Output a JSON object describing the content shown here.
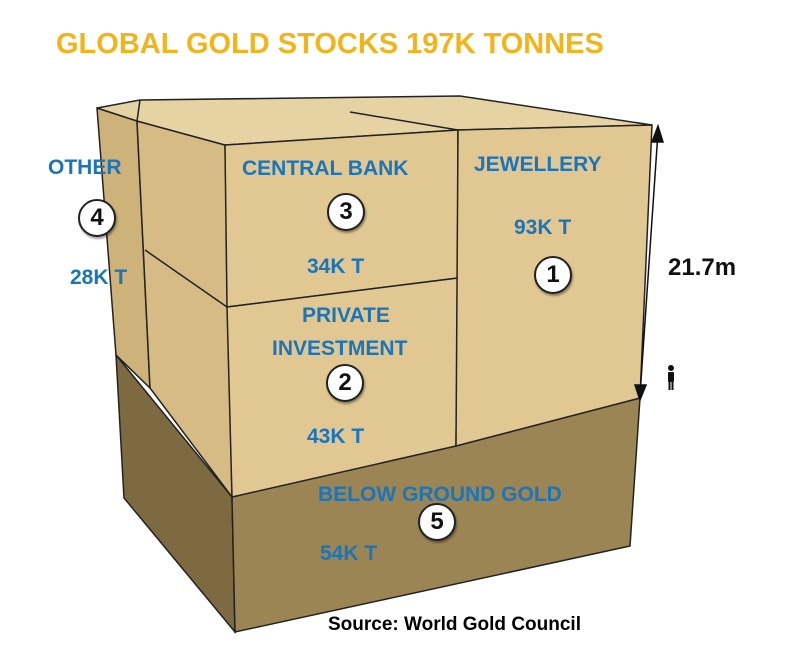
{
  "title": "GLOBAL GOLD STOCKS 197K TONNES",
  "segments": [
    {
      "number": "1",
      "label": "JEWELLERY",
      "value": "93K T"
    },
    {
      "number": "2",
      "label_line1": "PRIVATE",
      "label_line2": "INVESTMENT",
      "value": "43K T"
    },
    {
      "number": "3",
      "label": "CENTRAL BANK",
      "value": "34K T"
    },
    {
      "number": "4",
      "label": "OTHER",
      "value": "28K T"
    },
    {
      "number": "5",
      "label": "BELOW GROUND GOLD",
      "value": "54K T"
    }
  ],
  "height_label": "21.7m",
  "source": "Source: World Gold Council",
  "colors": {
    "title": "#f2b418",
    "label": "#1a75bb",
    "box_front": "#e1c893",
    "box_side": "#cdb27a",
    "below_ground": "#9c8554"
  }
}
